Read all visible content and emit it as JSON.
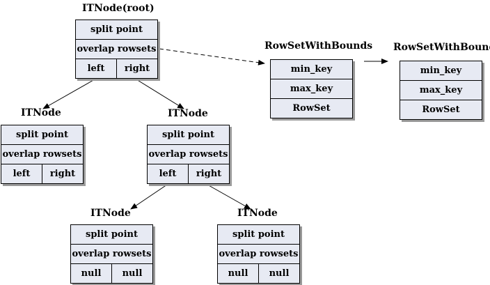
{
  "root": {
    "title": "ITNode(root)",
    "split": "split point",
    "overlap": "overlap rowsets",
    "left": "left",
    "right": "right"
  },
  "left_child": {
    "title": "ITNode",
    "split": "split point",
    "overlap": "overlap rowsets",
    "left": "left",
    "right": "right"
  },
  "right_child": {
    "title": "ITNode",
    "split": "split point",
    "overlap": "overlap rowsets",
    "left": "left",
    "right": "right"
  },
  "leaf_left": {
    "title": "ITNode",
    "split": "split point",
    "overlap": "overlap rowsets",
    "left": "null",
    "right": "null"
  },
  "leaf_right": {
    "title": "ITNode",
    "split": "split point",
    "overlap": "overlap rowsets",
    "left": "null",
    "right": "null"
  },
  "rowset_1": {
    "title": "RowSetWithBounds",
    "min_key": "min_key",
    "max_key": "max_key",
    "rowset": "RowSet"
  },
  "rowset_2": {
    "title": "RowSetWithBounds",
    "min_key": "min_key",
    "max_key": "max_key",
    "rowset": "RowSet"
  }
}
